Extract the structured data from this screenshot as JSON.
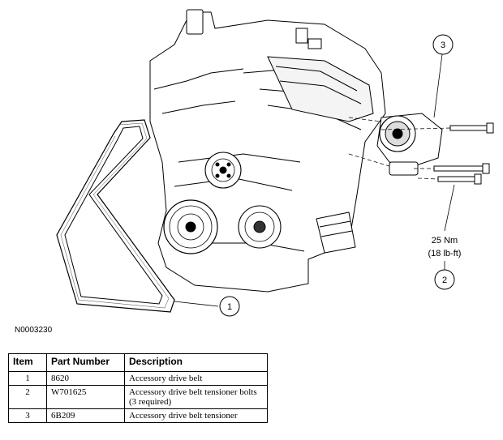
{
  "figure_id": "N0003230",
  "callouts": {
    "c1": "1",
    "c2": "2",
    "c3": "3",
    "torque_nm": "25 Nm",
    "torque_lbft": "(18 lb-ft)"
  },
  "table": {
    "headers": {
      "item": "Item",
      "part": "Part Number",
      "desc": "Description"
    },
    "rows": [
      {
        "item": "1",
        "part": "8620",
        "desc": "Accessory drive belt"
      },
      {
        "item": "2",
        "part": "W701625",
        "desc": "Accessory drive belt tensioner bolts (3 required)"
      },
      {
        "item": "3",
        "part": "6B209",
        "desc": "Accessory drive belt tensioner"
      }
    ]
  }
}
